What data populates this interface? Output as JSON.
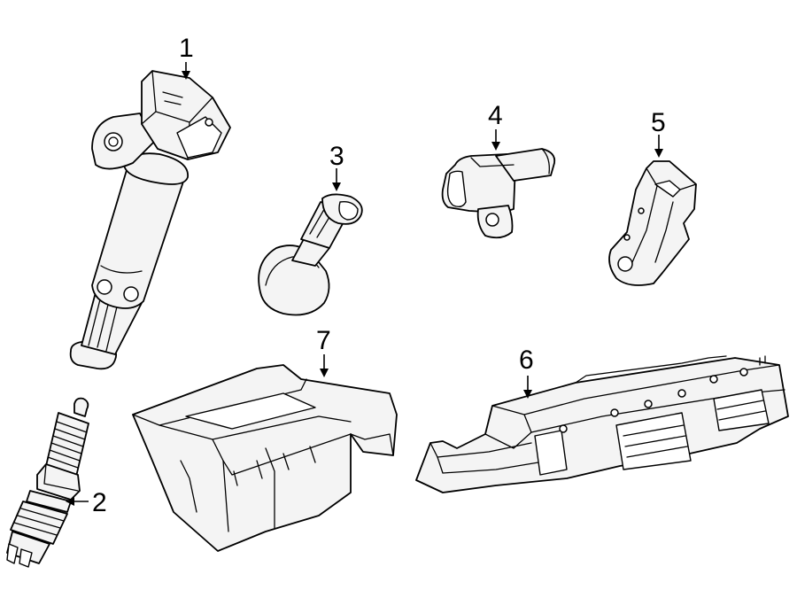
{
  "callouts": [
    {
      "id": "1",
      "label": "1"
    },
    {
      "id": "2",
      "label": "2"
    },
    {
      "id": "3",
      "label": "3"
    },
    {
      "id": "4",
      "label": "4"
    },
    {
      "id": "5",
      "label": "5"
    },
    {
      "id": "6",
      "label": "6"
    },
    {
      "id": "7",
      "label": "7"
    }
  ],
  "parts": [
    {
      "callout": "1",
      "icon": "ignition-coil-icon"
    },
    {
      "callout": "2",
      "icon": "spark-plug-icon"
    },
    {
      "callout": "3",
      "icon": "knock-sensor-icon"
    },
    {
      "callout": "4",
      "icon": "position-sensor-icon"
    },
    {
      "callout": "5",
      "icon": "pressure-sensor-icon"
    },
    {
      "callout": "6",
      "icon": "control-module-icon"
    },
    {
      "callout": "7",
      "icon": "module-bracket-icon"
    }
  ]
}
